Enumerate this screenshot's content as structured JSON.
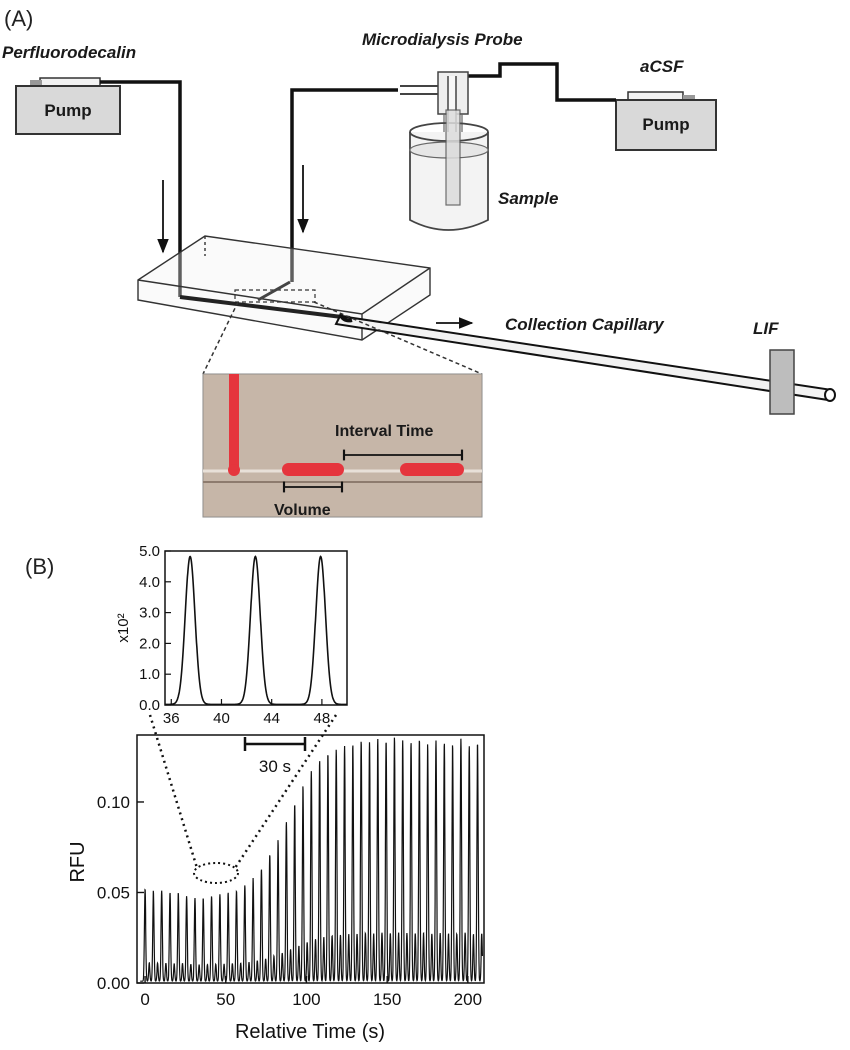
{
  "panel_a": {
    "label": "(A)",
    "left_fluid": "Perfluorodecalin",
    "right_fluid": "aCSF",
    "pump_left": "Pump",
    "pump_right": "Pump",
    "probe": "Microdialysis Probe",
    "sample": "Sample",
    "capillary": "Collection Capillary",
    "detector": "LIF",
    "inset_interval": "Interval Time",
    "inset_volume": "Volume"
  },
  "panel_b": {
    "label": "(B)",
    "scale_bar": "30 s"
  },
  "colors": {
    "droplet": "#e5353d",
    "inset_bg": "#cbbbae",
    "pump_fill": "#d9d9d9"
  },
  "chart_data": [
    {
      "type": "line",
      "name": "inset",
      "xlim": [
        35.5,
        50
      ],
      "ylim": [
        0,
        5.0
      ],
      "xticks": [
        "36",
        "40",
        "44",
        "48"
      ],
      "yticks": [
        "0.0",
        "1.0",
        "2.0",
        "3.0",
        "4.0",
        "5.0"
      ],
      "ylabel": "x10²",
      "peaks": [
        {
          "x": 37.5,
          "y": 4.8
        },
        {
          "x": 42.7,
          "y": 4.8
        },
        {
          "x": 47.9,
          "y": 4.8
        }
      ]
    },
    {
      "type": "line",
      "name": "main",
      "xlabel": "Relative Time (s)",
      "ylabel": "RFU",
      "xlim": [
        -5,
        210
      ],
      "ylim": [
        0,
        0.137
      ],
      "xticks": [
        "0",
        "50",
        "100",
        "150",
        "200"
      ],
      "yticks": [
        "0.00",
        "0.05",
        "0.10"
      ],
      "peak_start": 0,
      "peak_period": 5.15,
      "peak_heights": [
        0.051,
        0.05,
        0.05,
        0.049,
        0.049,
        0.047,
        0.046,
        0.046,
        0.047,
        0.048,
        0.049,
        0.05,
        0.053,
        0.057,
        0.062,
        0.07,
        0.078,
        0.088,
        0.098,
        0.108,
        0.116,
        0.122,
        0.126,
        0.128,
        0.13,
        0.131,
        0.133,
        0.132,
        0.134,
        0.133,
        0.135,
        0.133,
        0.132,
        0.134,
        0.131,
        0.133,
        0.132,
        0.131,
        0.134,
        0.13,
        0.132
      ]
    }
  ]
}
